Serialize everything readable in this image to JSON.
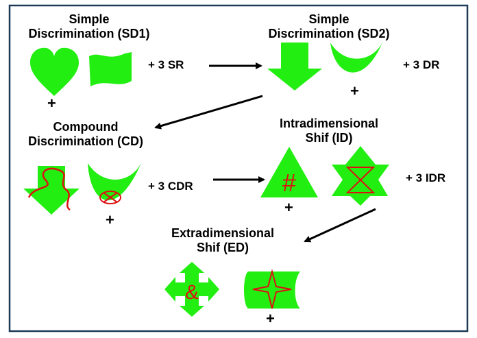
{
  "stages": {
    "sd1": {
      "line1": "Simple",
      "line2": "Discrimination (SD1)",
      "reward": "+ 3 SR",
      "plus": "+"
    },
    "sd2": {
      "line1": "Simple",
      "line2": "Discrimination (SD2)",
      "reward": "+ 3 DR",
      "plus": "+"
    },
    "cd": {
      "line1": "Compound",
      "line2": "Discrimination (CD)",
      "reward": "+ 3 CDR",
      "plus": "+"
    },
    "id": {
      "line1": "Intradimensional",
      "line2": "Shif (ID)",
      "reward": "+ 3 IDR",
      "plus": "+"
    },
    "ed": {
      "line1": "Extradimensional",
      "line2": "Shif (ED)",
      "plus": "+"
    }
  },
  "symbols": {
    "hash": "#",
    "ampersand": "&"
  },
  "colors": {
    "shape_fill": "#22ee11",
    "line_color": "#dd1111",
    "border": "#1f3a56",
    "arrow": "#000000"
  }
}
